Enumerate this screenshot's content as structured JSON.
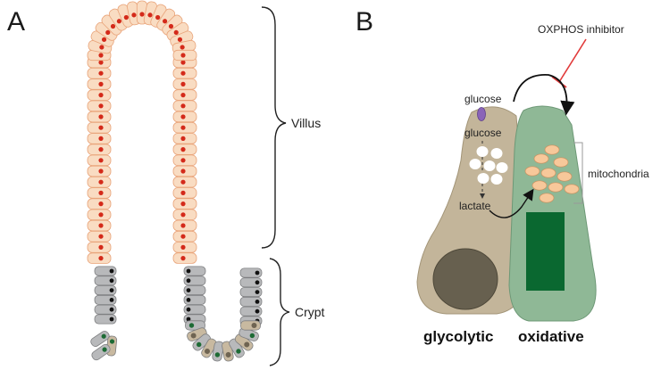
{
  "panel_a": {
    "letter": "A",
    "villus_label": "Villus",
    "crypt_label": "Crypt"
  },
  "panel_b": {
    "letter": "B",
    "inhibitor_label": "OXPHOS inhibitor",
    "glucose_outside_label": "glucose",
    "glucose_inside_label": "glucose",
    "lactate_label": "lactate",
    "mitochondria_label": "mitochondria",
    "glycolytic_label": "glycolytic",
    "oxidative_label": "oxidative"
  },
  "colors": {
    "villus_cell": "#f9dcc2",
    "villus_cell_outline": "#e9a47a",
    "villus_nucleus": "#d42a1a",
    "crypt_cell": "#b8b9bb",
    "crypt_cell_outline": "#7e7f81",
    "crypt_nucleus": "#111111",
    "paneth_cell": "#c8b9a0",
    "stem_nucleus": "#1d6b35",
    "glycolytic_cell": "#c3b59a",
    "glycolytic_nucleus": "#67604f",
    "oxidative_cell": "#8fb896",
    "oxidative_nucleus": "#0a6830",
    "mitochondrion": "#f7c89a",
    "inhibitor": "#e13a3a",
    "glucose_transporter": "#8a64b8"
  }
}
